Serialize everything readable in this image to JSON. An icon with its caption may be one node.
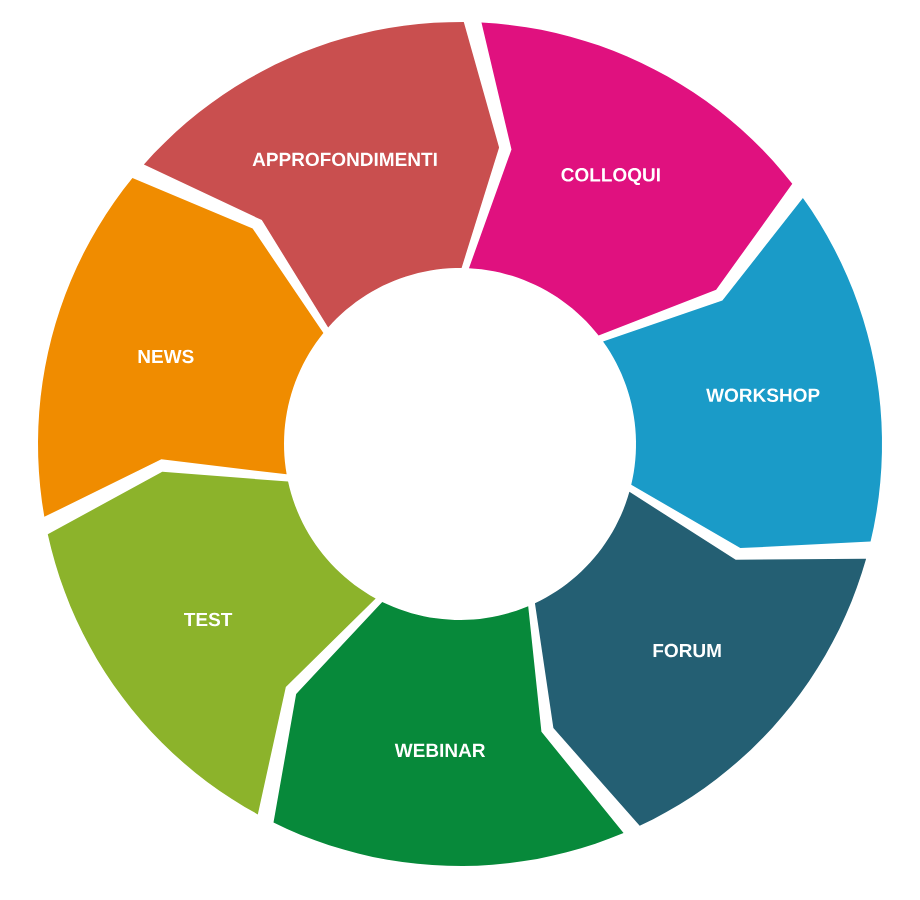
{
  "diagram": {
    "nodes": [
      {
        "text": [
          "APPROFONDIMENTI"
        ]
      },
      {
        "text": [
          "COLLOQUI"
        ]
      },
      {
        "text": [
          "WORKSHOP"
        ]
      },
      {
        "text": [
          "FORUM"
        ]
      },
      {
        "text": [
          "WEBINAR"
        ]
      },
      {
        "text": [
          "TEST"
        ]
      },
      {
        "text": [
          "NEWS"
        ]
      }
    ]
  }
}
